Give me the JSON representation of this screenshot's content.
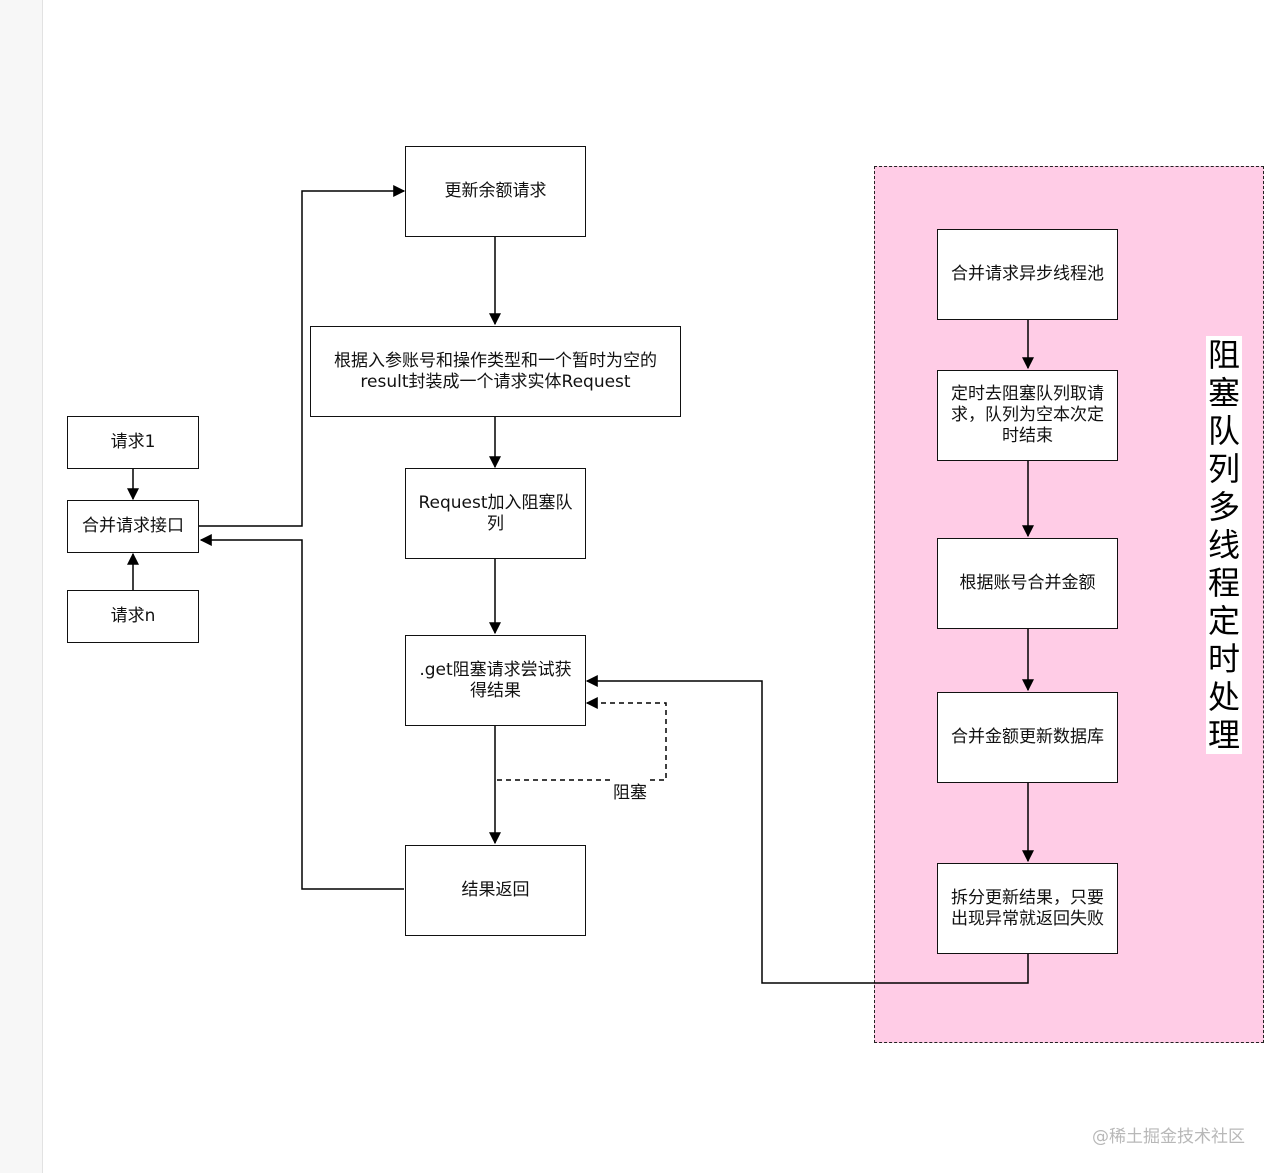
{
  "nodes": {
    "req1": "请求1",
    "merge_api": "合并请求接口",
    "reqn": "请求n",
    "update": "更新余额请求",
    "wrap": "根据入参账号和操作类型和一个暂时为空的result封装成一个请求实体Request",
    "enqueue": "Request加入阻塞队列",
    "get": ".get阻塞请求尝试获得结果",
    "ret": "结果返回",
    "pool": "合并请求异步线程池",
    "timer": "定时去阻塞队列取请求，队列为空本次定时结束",
    "merge_amount": "根据账号合并金额",
    "db": "合并金额更新数据库",
    "split": "拆分更新结果，只要出现异常就返回失败"
  },
  "edge_labels": {
    "block": "阻塞"
  },
  "region": {
    "label": "阻塞队列多线程定时处理",
    "fill": "#ffcce6"
  },
  "watermark": "@稀土掘金技术社区"
}
